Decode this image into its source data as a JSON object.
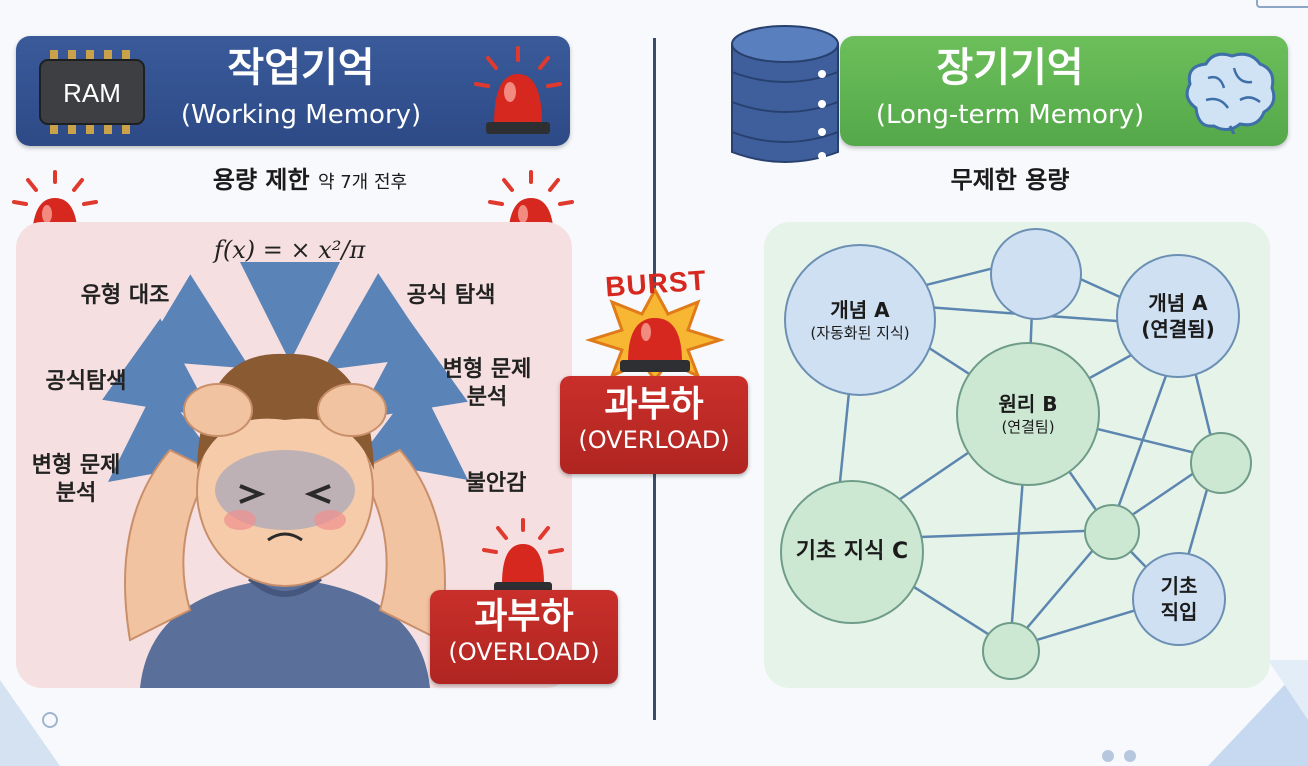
{
  "working": {
    "ram_label": "RAM",
    "title": "작업기억",
    "subtitle_en": "(Working Memory)",
    "capacity_bold": "용량 제한",
    "capacity_small": "약 7개 전후",
    "formula": "f(x) = × x²/π",
    "labels": {
      "type_contrast": "유형 대조",
      "formula_search_top": "공식 탐색",
      "formula_search_left": "공식탐색",
      "variation_right_1": "변형 문제",
      "variation_right_2": "분석",
      "variation_left_1": "변형 문제",
      "variation_left_2": "분석",
      "anxiety": "불안감"
    },
    "overload_title": "과부하",
    "overload_sub": "(OVERLOAD)"
  },
  "burst": {
    "text": "BURST",
    "title": "과부하",
    "sub": "(OVERLOAD)"
  },
  "longterm": {
    "title": "장기기억",
    "subtitle_en": "(Long-term Memory)",
    "capacity": "무제한 용량",
    "nodes": {
      "concept_a_auto_title": "개념 A",
      "concept_a_auto_sub": "(자동화된 지식)",
      "concept_a_linked_title": "개념 A",
      "concept_a_linked_sub": "(연결됨)",
      "principle_b_title": "원리 B",
      "principle_b_sub": "(연결팀)",
      "basic_c": "기초 지식 C",
      "basic_entry_1": "기초",
      "basic_entry_2": "직입"
    }
  },
  "colors": {
    "working_banner": "#2d4a86",
    "longterm_banner": "#54a84a",
    "overload_red": "#b02521",
    "pink_panel": "#f6dfe0",
    "green_panel": "#e6f3e8"
  },
  "icons": [
    "ram-chip-icon",
    "siren-icon",
    "database-icon",
    "brain-icon",
    "stressed-student-icon",
    "arrow-icon"
  ]
}
